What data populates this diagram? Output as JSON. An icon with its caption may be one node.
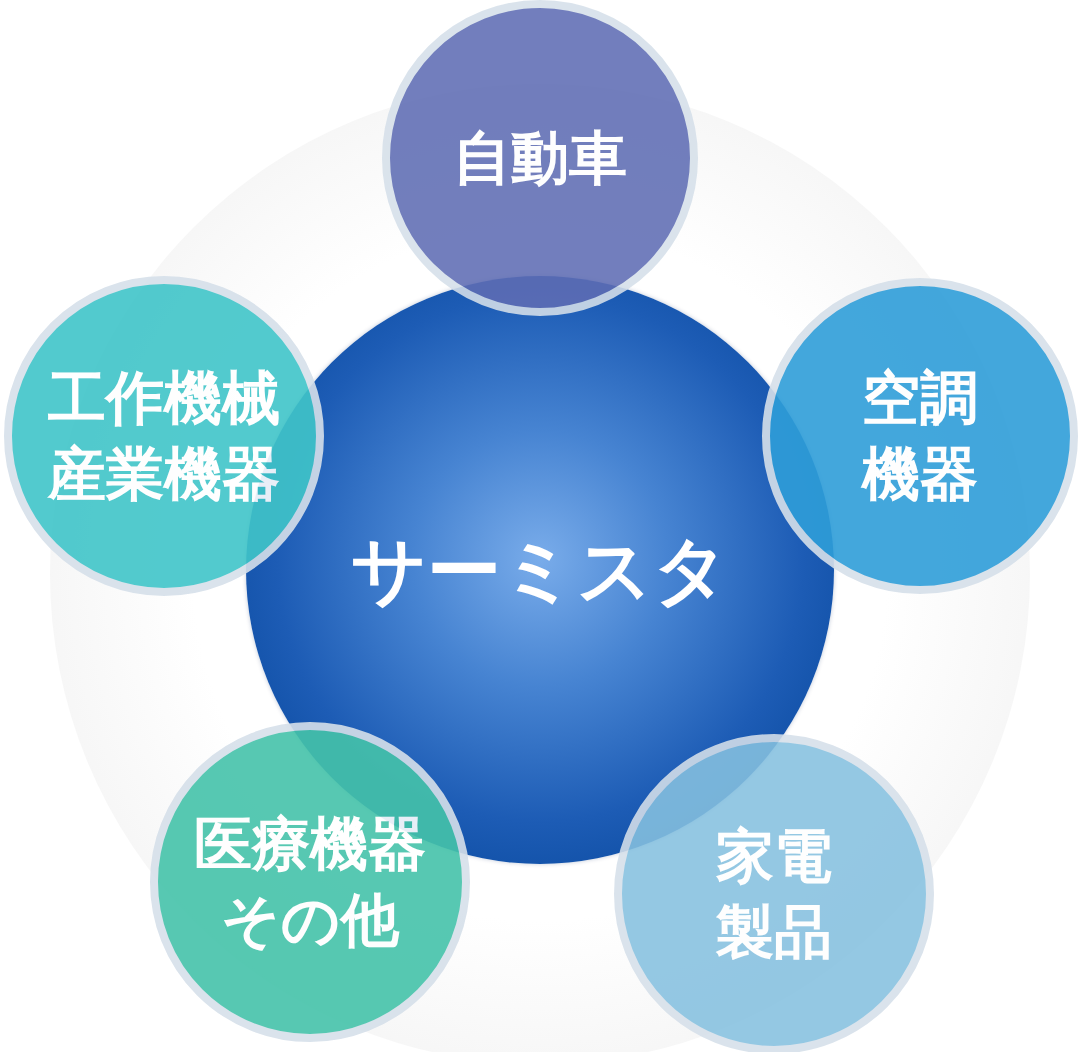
{
  "diagram": {
    "nodes": [
      {
        "text": [
          "サーミスタ"
        ]
      },
      {
        "text": [
          "自動車"
        ]
      },
      {
        "text": [
          "空調機器"
        ]
      },
      {
        "text": [
          "家電製品"
        ]
      },
      {
        "text": [
          "医療機器その他"
        ]
      },
      {
        "text": [
          "工作機械産業機器"
        ]
      }
    ]
  }
}
